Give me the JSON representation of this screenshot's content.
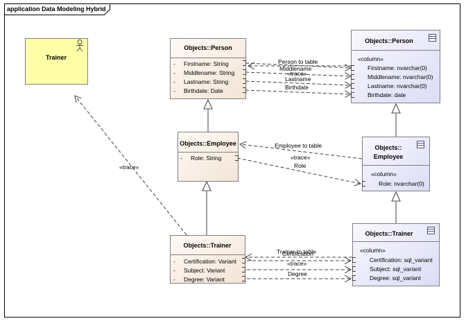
{
  "diagram": {
    "title": "application Data Modeling Hybrid"
  },
  "actor": {
    "name": "Trainer"
  },
  "classes": {
    "obj_person": {
      "title": "Objects::Person",
      "attributes": [
        {
          "vis": "-",
          "text": "Firstname: String"
        },
        {
          "vis": "-",
          "text": "Middlename: String"
        },
        {
          "vis": "-",
          "text": "Lastname: String"
        },
        {
          "vis": "-",
          "text": "Birthdate: Date"
        }
      ]
    },
    "obj_employee": {
      "title": "Objects::Employee",
      "attributes": [
        {
          "vis": "-",
          "text": "Role: String"
        }
      ]
    },
    "obj_trainer": {
      "title": "Objects::Trainer",
      "attributes": [
        {
          "vis": "-",
          "text": "Certification: Variant"
        },
        {
          "vis": "-",
          "text": "Subject: Variant"
        },
        {
          "vis": "-",
          "text": "Degree: Variant"
        }
      ]
    }
  },
  "tables": {
    "tbl_person": {
      "title": "Objects::Person",
      "stereotype": "«column»",
      "columns": [
        "Firstname: nvarchar(0)",
        "Middlename: nvarchar(0)",
        "Lastname: nvarchar(0)",
        "Birthdate: date"
      ]
    },
    "tbl_employee": {
      "title_line1": "Objects::",
      "title_line2": "Employee",
      "stereotype": "«column»",
      "columns": [
        "Role: nvarchar(0)"
      ]
    },
    "tbl_trainer": {
      "title": "Objects::Trainer",
      "stereotype": "«column»",
      "columns": [
        "Certification: sql_variant",
        "Subject: sql_variant",
        "Degree: sql_variant"
      ]
    }
  },
  "labels": {
    "person_to_table": "Person to table",
    "middlename": "Middlename",
    "trace": "«trace»",
    "lastname": "Lastname",
    "birthdate": "Birthdate",
    "employee_to_table": "Employee to table",
    "role": "Role",
    "actor_trace": "«trace»",
    "trainer_to_table": "Trainer to table",
    "certification": "Certification",
    "degree": "Degree"
  },
  "colors": {
    "actor_fill": "#ffffa8",
    "class_fill": "#fbf1e8",
    "table_fill": "#eeeefc",
    "line": "#404040"
  }
}
